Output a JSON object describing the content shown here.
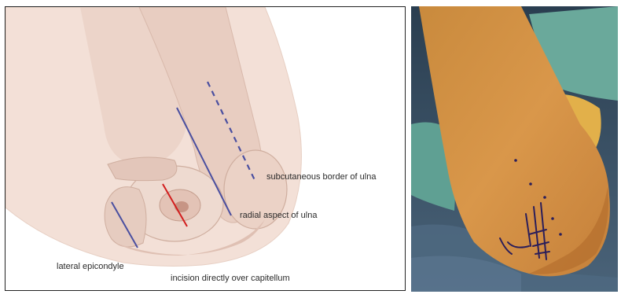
{
  "illustration": {
    "labels": {
      "subcutaneous_border": "subcutaneous border of ulna",
      "radial_aspect": "radial aspect of ulna",
      "lateral_epicondyle": "lateral epicondyle",
      "incision": "incision directly over capitellum"
    },
    "colors": {
      "skin": "#f1dcd3",
      "bone": "#e6cbbf",
      "marker_line": "#4a4fa0",
      "incision_line": "#d21e1e"
    }
  },
  "photo": {
    "colors": {
      "skin": "#d49042",
      "drape_blue": "#3f5870",
      "drape_green": "#5fa093",
      "marker": "#2b1e5a"
    }
  }
}
